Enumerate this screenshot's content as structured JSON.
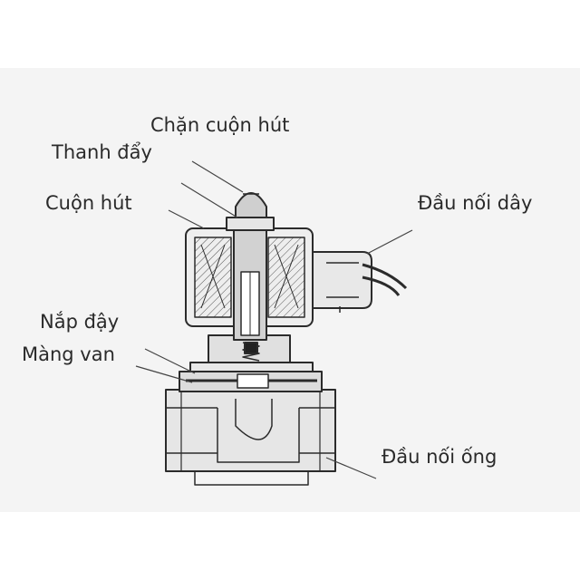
{
  "labels": {
    "chan_cuon_hut": "Chặn cuộn hút",
    "thanh_day": "Thanh đẩy",
    "cuon_hut": "Cuộn hút",
    "dau_noi_day": "Đầu nối dây",
    "nap_day": "Nắp đậy",
    "mang_van": "Màng van",
    "dau_noi_ong": "Đầu nối ống"
  },
  "colors": {
    "panel": "#f4f4f4",
    "line": "#2b2b2b",
    "fill": "#dcdcdc",
    "text": "#2a2a2a"
  }
}
